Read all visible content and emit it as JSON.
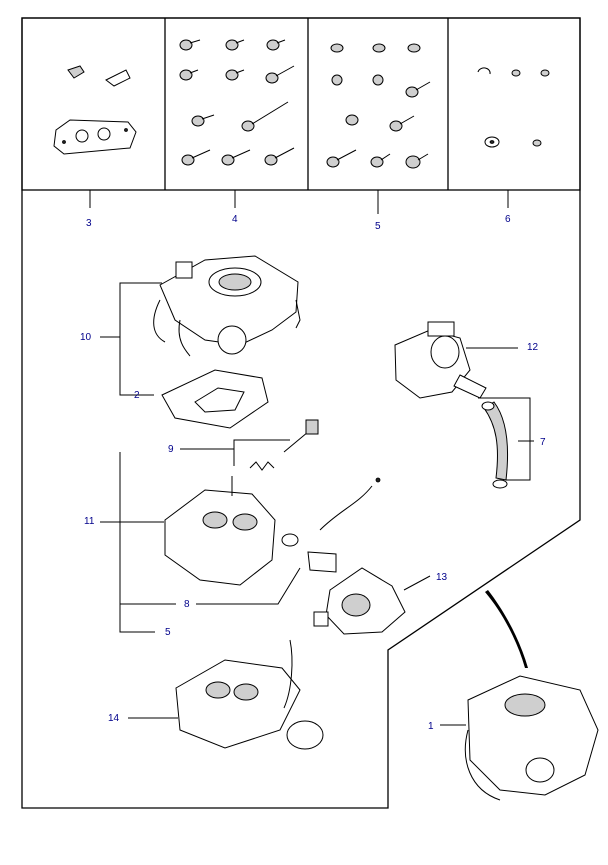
{
  "diagram": {
    "callouts": {
      "c1": "1",
      "c2": "2",
      "c3": "3",
      "c4": "4",
      "c5": "5",
      "c6": "6",
      "c7": "7",
      "c8": "8",
      "c9": "9",
      "c10": "10",
      "c11": "11",
      "c12": "12",
      "c13": "13",
      "c14": "14",
      "c5b": "5"
    },
    "colors": {
      "callout_text": "#00008b",
      "line": "#000000",
      "background": "#ffffff"
    }
  }
}
